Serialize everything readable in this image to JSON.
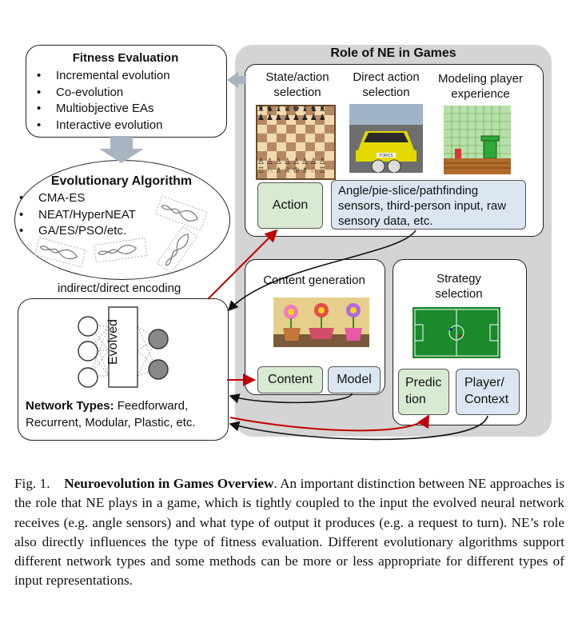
{
  "fitness": {
    "title": "Fitness Evaluation",
    "items": [
      "Incremental evolution",
      "Co-evolution",
      "Multiobjective EAs",
      "Interactive evolution"
    ]
  },
  "evolutionary": {
    "title": "Evolutionary Algorithm",
    "items": [
      "CMA-ES",
      "NEAT/HyperNEAT",
      "GA/ES/PSO/etc."
    ]
  },
  "encoding_label": "indirect/direct encoding",
  "network": {
    "evolved_label": "Evolved",
    "types_bold": "Network Types:",
    "types_text": " Feedforward, Recurrent, Modular, Plastic, etc."
  },
  "role": {
    "title": "Role of NE in Games",
    "col1": "State/action selection",
    "col2": "Direct action selection",
    "col3": "Modeling player experience",
    "action": "Action",
    "sensors": "Angle/pie-slice/pathfinding sensors, third-person input, raw sensory data, etc.",
    "car_plate": "TORCS"
  },
  "content": {
    "title": "Content generation",
    "content_btn": "Content",
    "model_btn": "Model"
  },
  "strategy": {
    "title": "Strategy selection",
    "prediction": "Predic tion",
    "player_context": "Player/ Context"
  },
  "caption": {
    "fig": "Fig. 1.",
    "bold_title": "Neuroevolution in Games Overview",
    "text": ". An important distinction between NE approaches is the role that NE plays in a game, which is tightly coupled to the input the evolved neural network receives (e.g. angle sensors) and what type of output it produces (e.g. a request to turn). NE’s role also directly influences the type of fitness evaluation. Different evolutionary algorithms support different network types and some methods can be more or less appropriate for different types of input representations."
  },
  "colors": {
    "panel_gray": "#d4d4d4",
    "green_box": "#d9ead3",
    "blue_box": "#dce6f2",
    "arrow_red": "#c00000",
    "arrow_gray": "#a9b4c2"
  }
}
